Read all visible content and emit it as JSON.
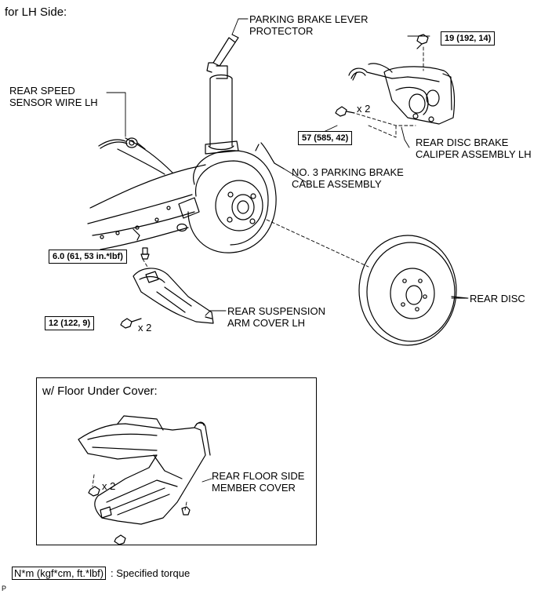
{
  "header": {
    "title": "for LH Side:"
  },
  "labels": {
    "parking_brake_lever_protector": [
      "PARKING BRAKE LEVER",
      "PROTECTOR"
    ],
    "rear_speed_sensor_wire": [
      "REAR SPEED",
      "SENSOR WIRE LH"
    ],
    "no3_parking_brake_cable": [
      "NO. 3 PARKING BRAKE",
      "CABLE ASSEMBLY"
    ],
    "rear_disc_brake_caliper": [
      "REAR DISC BRAKE",
      "CALIPER ASSEMBLY LH"
    ],
    "rear_disc": "REAR DISC",
    "rear_suspension_arm_cover": [
      "REAR SUSPENSION",
      "ARM COVER LH"
    ],
    "rear_floor_side_member_cover": [
      "REAR FLOOR SIDE",
      "MEMBER COVER"
    ]
  },
  "torques": {
    "caliper_upper": "19 (192, 14)",
    "caliper_bolt": "57 (585, 42)",
    "arm_cover_top": "6.0 (61, 53 in.*lbf)",
    "arm_cover_side": "12 (122, 9)"
  },
  "quantities": {
    "caliper_bolt_qty": "x 2",
    "arm_cover_side_qty": "x 2",
    "floor_cover_qty": "x 2"
  },
  "inset": {
    "title": "w/ Floor Under Cover:"
  },
  "legend": {
    "box_text": "N*m (kgf*cm, ft.*lbf)",
    "description": ": Specified torque"
  },
  "footer": {
    "code": "P"
  }
}
